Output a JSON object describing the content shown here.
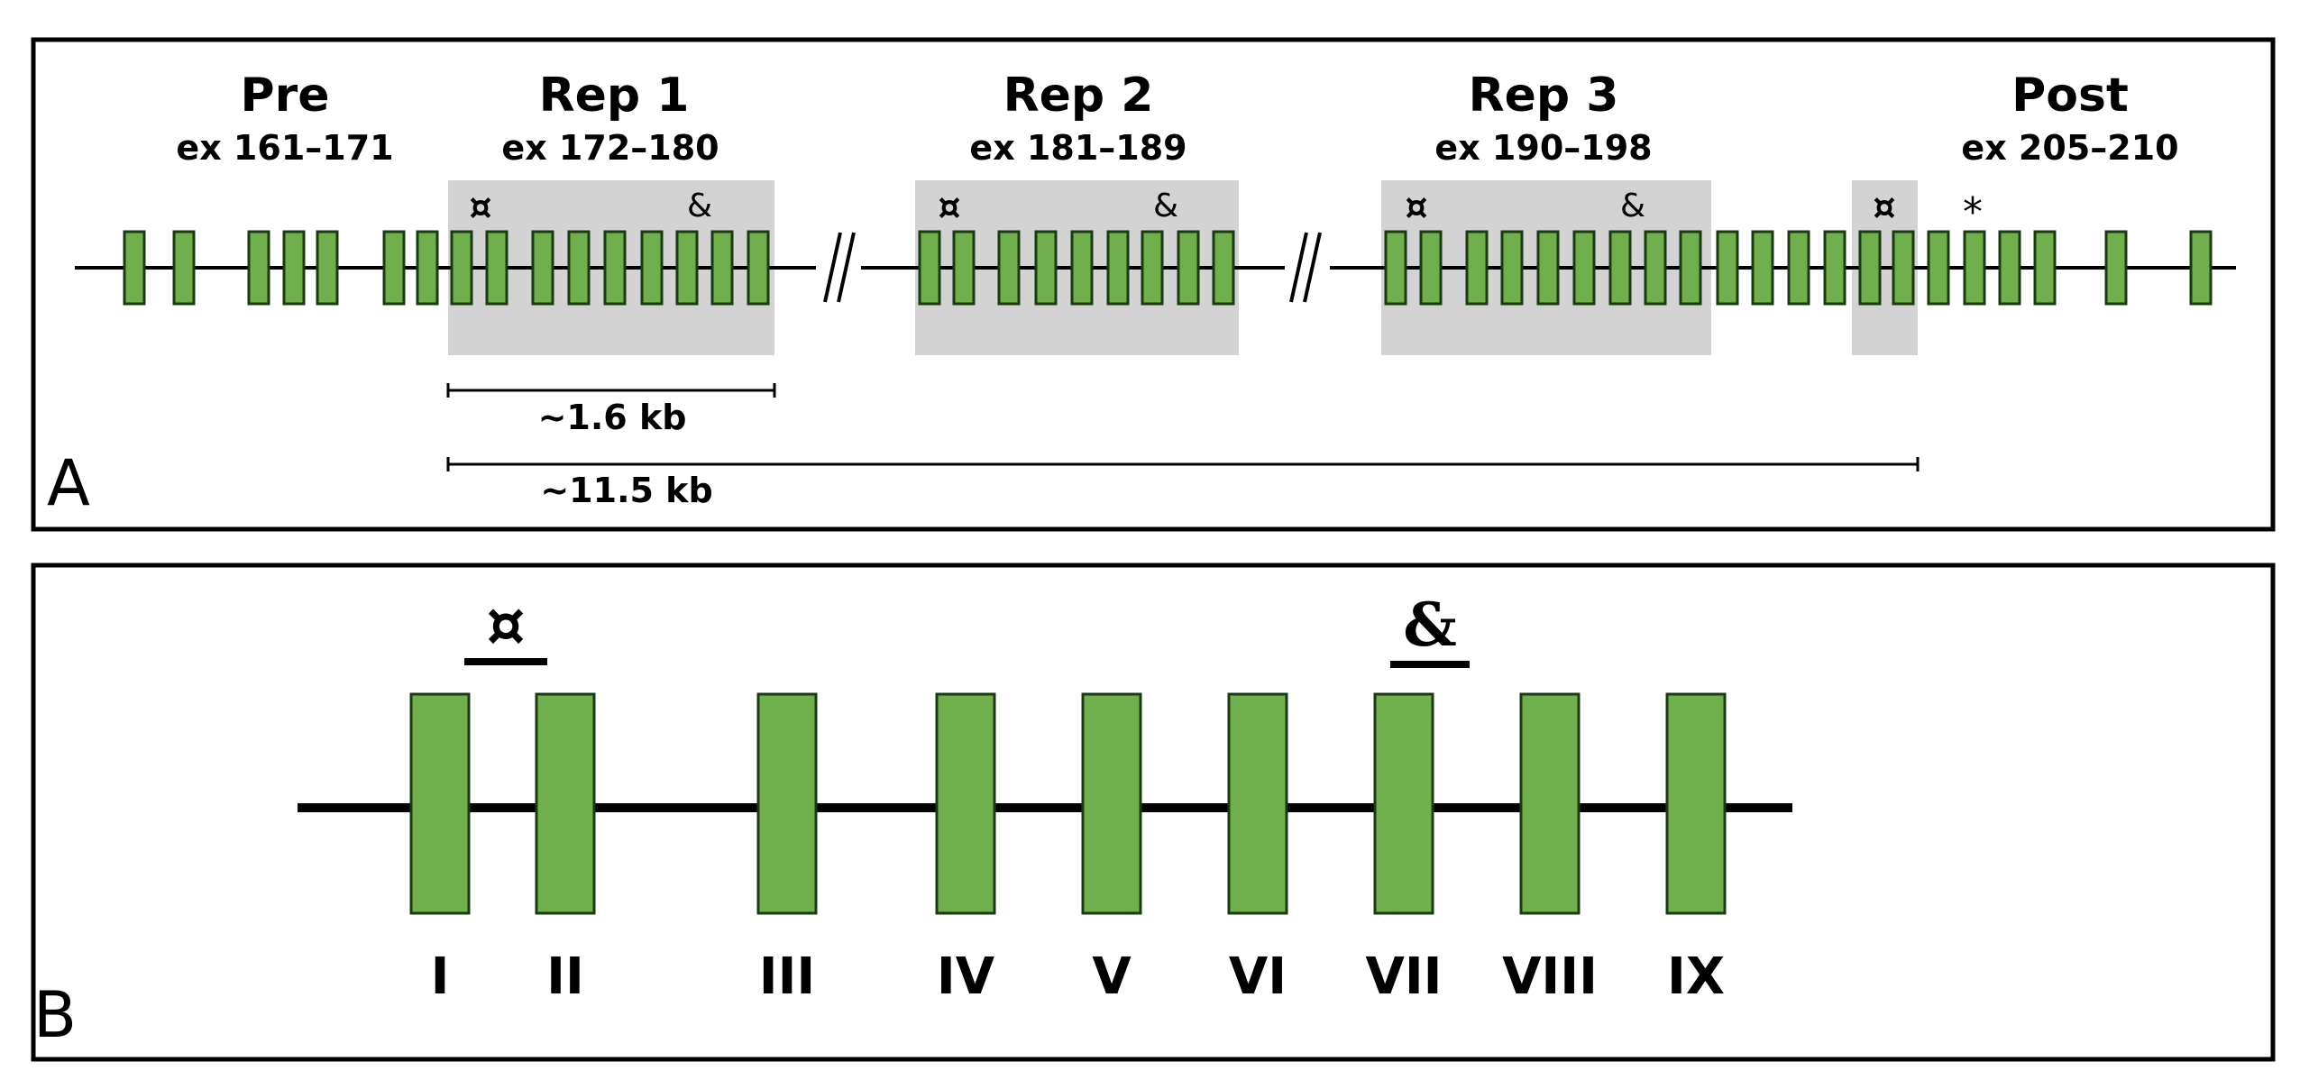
{
  "panel_a": {
    "letter": "A",
    "regions": [
      {
        "title": "Pre",
        "exons": "ex 161–171"
      },
      {
        "title": "Rep 1",
        "exons": "ex 172–180"
      },
      {
        "title": "Rep 2",
        "exons": "ex 181–189"
      },
      {
        "title": "Rep 3",
        "exons": "ex 190–198"
      },
      {
        "title": "Post",
        "exons": "ex 205–210"
      }
    ],
    "markers": {
      "circle": "¤",
      "amp": "&",
      "star": "*"
    },
    "scale_short": "~1.6 kb",
    "scale_long": "~11.5 kb"
  },
  "panel_b": {
    "letter": "B",
    "marker_circle": "¤",
    "marker_amp": "&",
    "exon_labels": [
      "I",
      "II",
      "III",
      "IV",
      "V",
      "VI",
      "VII",
      "VIII",
      "IX"
    ]
  },
  "colors": {
    "exon_fill": "#70b04c",
    "exon_stroke": "#1a3a10",
    "repeat_shading": "#d3d3d3",
    "line": "#000000"
  }
}
